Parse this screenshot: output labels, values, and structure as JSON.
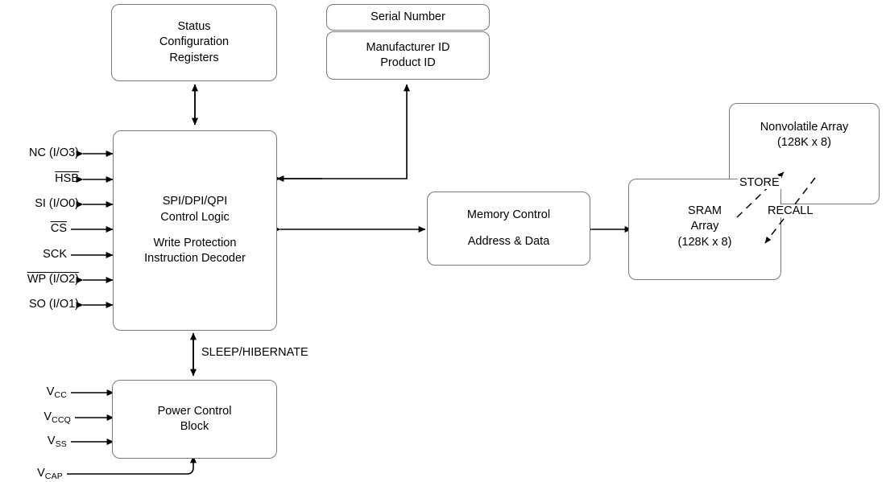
{
  "diagram": {
    "title": "SPI Serial Memory Block Diagram",
    "line_color": "#000000",
    "box_border_color": "#7a7a7a",
    "background": "#ffffff"
  },
  "blocks": {
    "status_registers": {
      "line1": "Status",
      "line2": "Configuration",
      "line3": "Registers"
    },
    "serial_number": {
      "line1": "Serial Number"
    },
    "manufacturer_id": {
      "line1": "Manufacturer ID",
      "line2": "Product ID"
    },
    "control_logic": {
      "line1": "SPI/DPI/QPI",
      "line2": "Control Logic",
      "line3": "Write Protection",
      "line4": "Instruction Decoder"
    },
    "memory_control": {
      "line1": "Memory Control",
      "line2": "Address & Data"
    },
    "sram_array": {
      "line1": "SRAM",
      "line2": "Array",
      "line3": "(128K x 8)"
    },
    "nonvolatile_array": {
      "line1": "Nonvolatile Array",
      "line2": "(128K x 8)"
    },
    "power_control": {
      "line1": "Power Control",
      "line2": "Block"
    }
  },
  "signal_pins": [
    {
      "name": "NC (I/O3)",
      "base": "NC (I/O3)",
      "overline": false,
      "direction": "bidirectional"
    },
    {
      "name": "HSB",
      "base": "HSB",
      "overline": true,
      "direction": "bidirectional"
    },
    {
      "name": "SI (I/O0)",
      "base": "SI (I/O0)",
      "overline": false,
      "direction": "bidirectional"
    },
    {
      "name": "CS",
      "base": "CS",
      "overline": true,
      "direction": "input"
    },
    {
      "name": "SCK",
      "base": "SCK",
      "overline": false,
      "direction": "input"
    },
    {
      "name": "WP (I/O2)",
      "base": "WP (I/O2)",
      "overline": true,
      "direction": "bidirectional"
    },
    {
      "name": "SO (I/O1)",
      "base": "SO (I/O1)",
      "overline": false,
      "direction": "bidirectional"
    }
  ],
  "power_pins": [
    {
      "name": "VCC",
      "symbol": "V",
      "subscript": "CC",
      "direction": "input"
    },
    {
      "name": "VCCQ",
      "symbol": "V",
      "subscript": "CCQ",
      "direction": "input"
    },
    {
      "name": "VSS",
      "symbol": "V",
      "subscript": "SS",
      "direction": "input"
    },
    {
      "name": "VCAP",
      "symbol": "V",
      "subscript": "CAP",
      "direction": "input"
    }
  ],
  "connection_labels": {
    "sleep_hibernate": "SLEEP/HIBERNATE",
    "store": "STORE",
    "recall": "RECALL"
  }
}
